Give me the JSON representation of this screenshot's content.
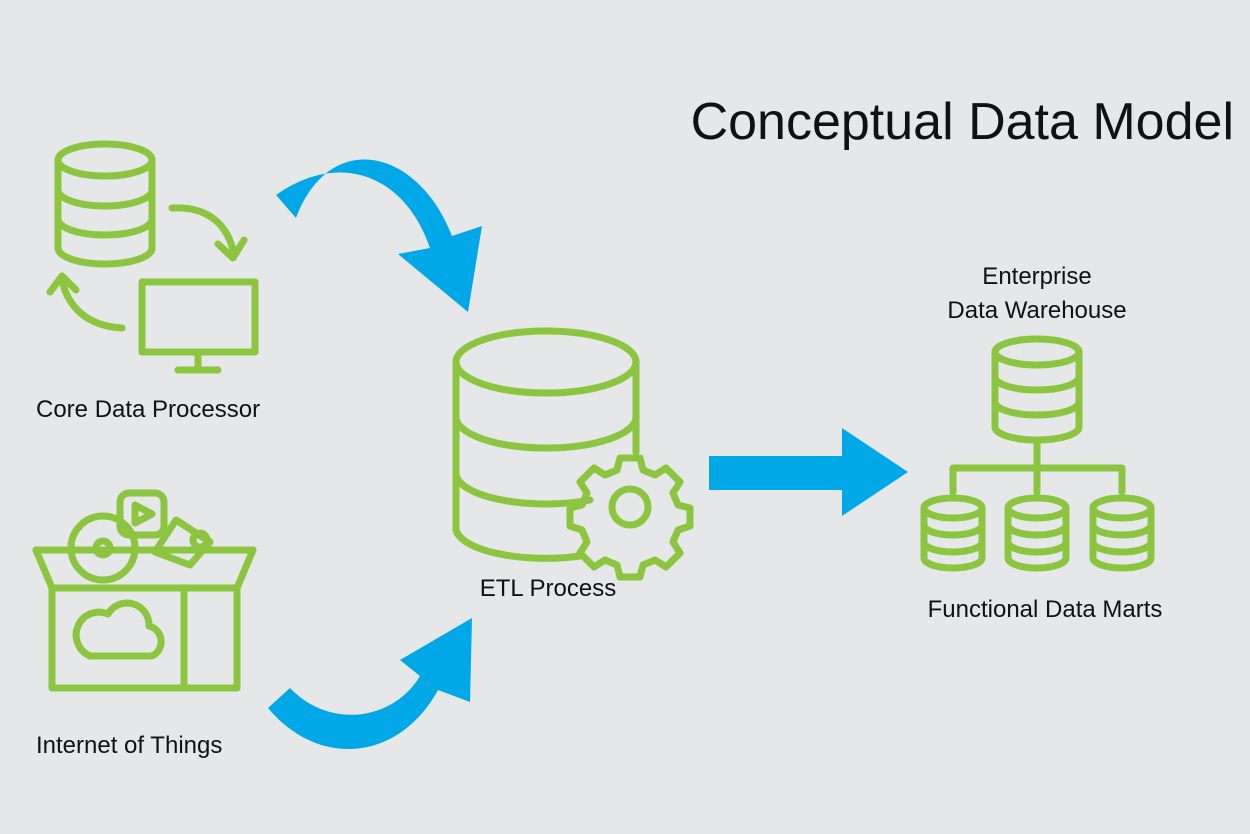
{
  "title": "Conceptual Data Model",
  "colors": {
    "background": "#e6e7e8",
    "icon_green": "#8cc540",
    "arrow_blue": "#00a8e8",
    "text": "#111111"
  },
  "nodes": {
    "core_data_processor": {
      "label": "Core Data Processor",
      "icon": "database-monitor-sync-icon"
    },
    "internet_of_things": {
      "label": "Internet of Things",
      "icon": "iot-box-icon"
    },
    "etl_process": {
      "label": "ETL Process",
      "icon": "database-gear-icon"
    },
    "enterprise_dw": {
      "label_line1": "Enterprise",
      "label_line2": "Data Warehouse",
      "icon": "database-icon"
    },
    "data_marts": {
      "label": "Functional Data Marts",
      "icon": "database-hierarchy-icon"
    }
  },
  "edges": [
    {
      "from": "core_data_processor",
      "to": "etl_process",
      "icon": "curved-arrow-icon"
    },
    {
      "from": "internet_of_things",
      "to": "etl_process",
      "icon": "curved-arrow-icon"
    },
    {
      "from": "etl_process",
      "to": "enterprise_dw",
      "icon": "right-arrow-icon"
    }
  ]
}
